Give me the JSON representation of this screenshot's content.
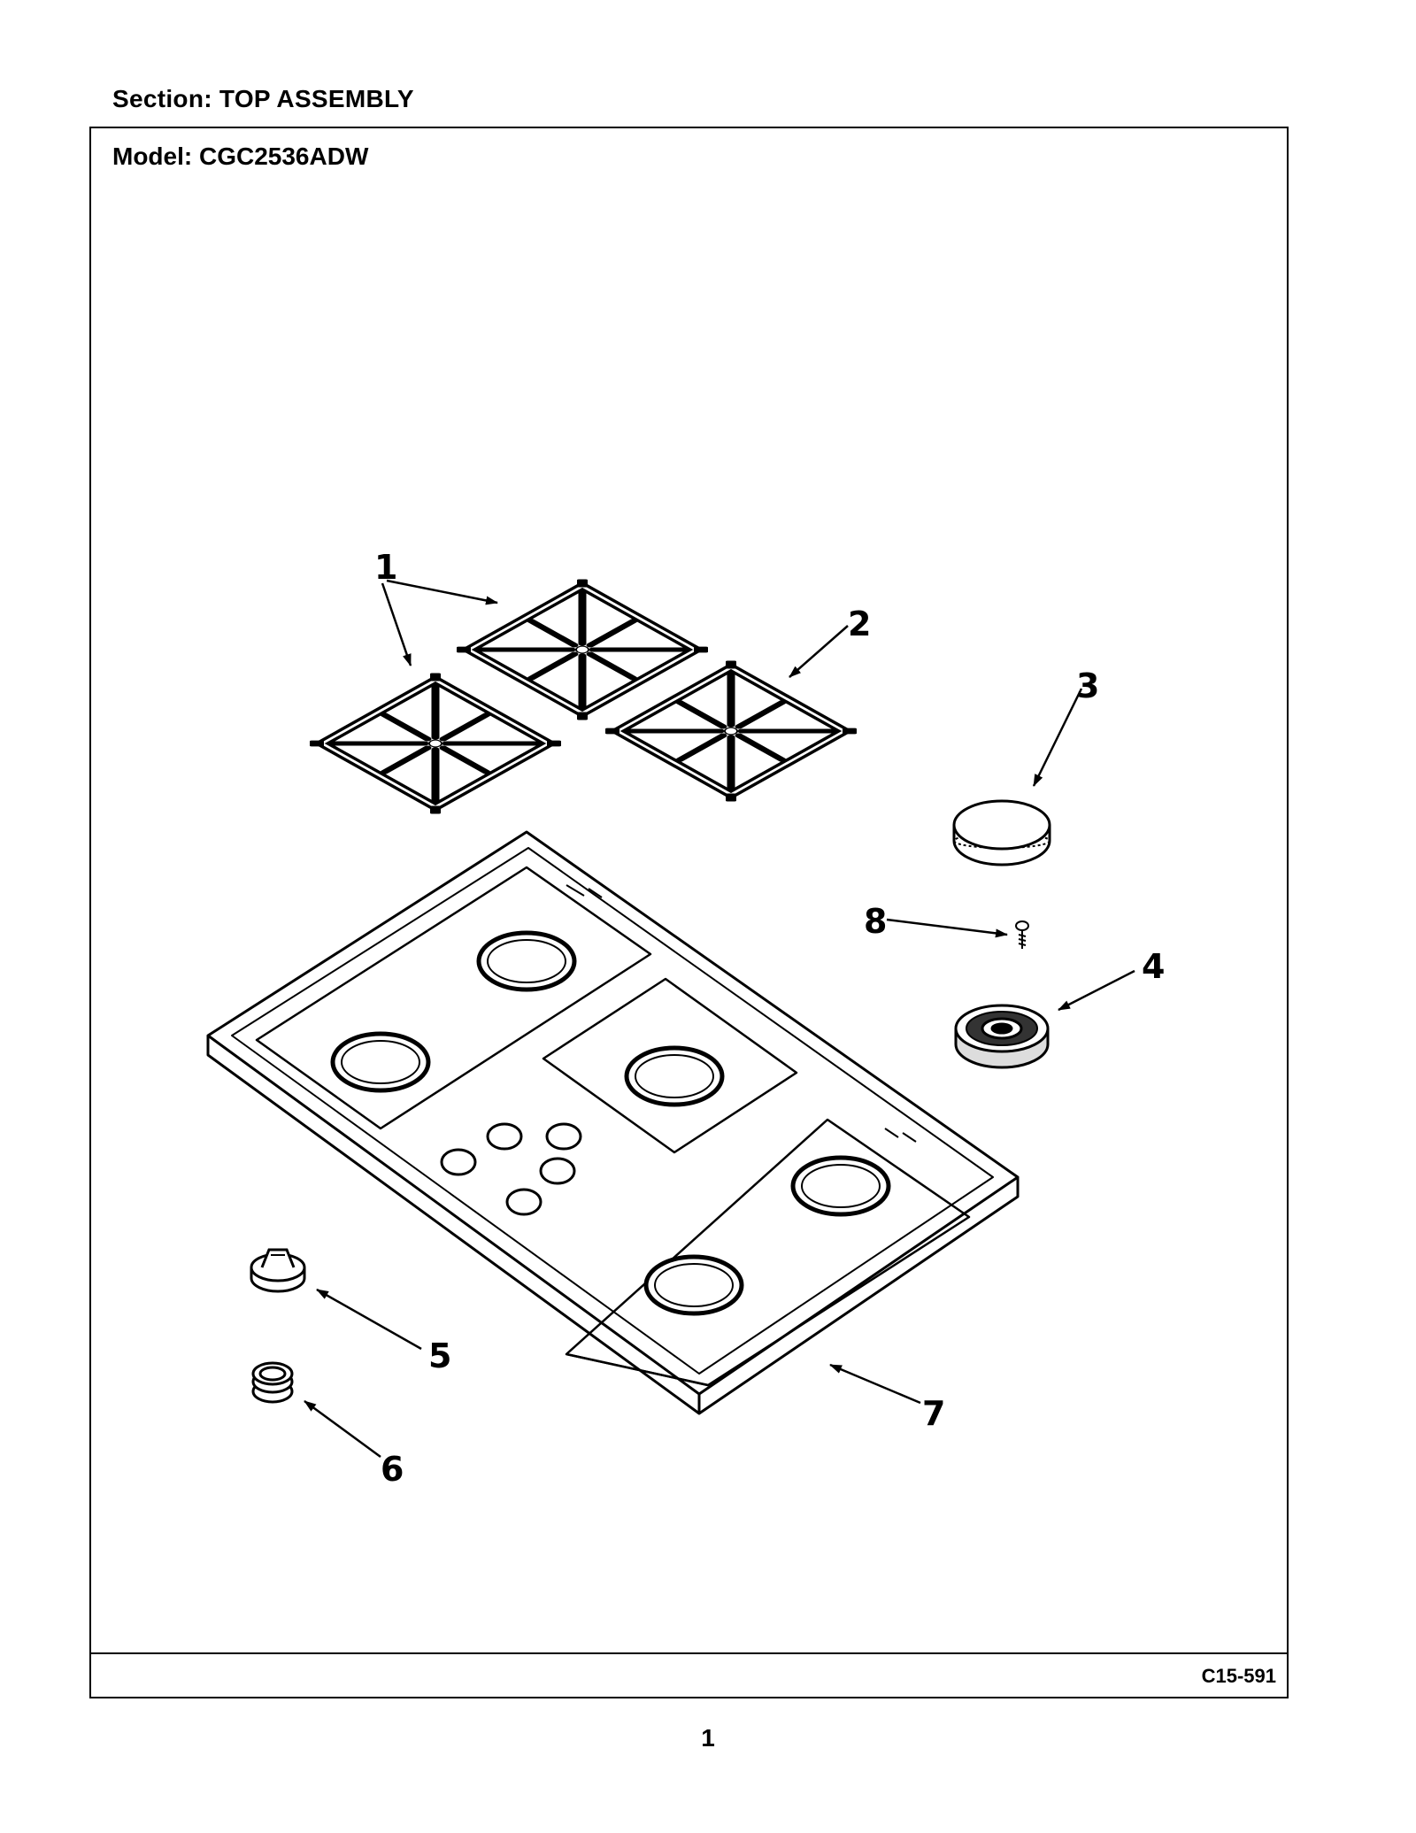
{
  "header": {
    "section": "Section:  TOP ASSEMBLY",
    "model": "Model:  CGC2536ADW"
  },
  "footer": {
    "drawing_code": "C15-591",
    "page_number": "1"
  },
  "callouts": [
    "1",
    "2",
    "3",
    "4",
    "5",
    "6",
    "7",
    "8"
  ],
  "parts": [
    "burner-grate",
    "burner-grate-center",
    "burner-cap",
    "burner-head",
    "control-knob",
    "knob-bezel-ring",
    "cooktop-main-top",
    "burner-screw"
  ]
}
